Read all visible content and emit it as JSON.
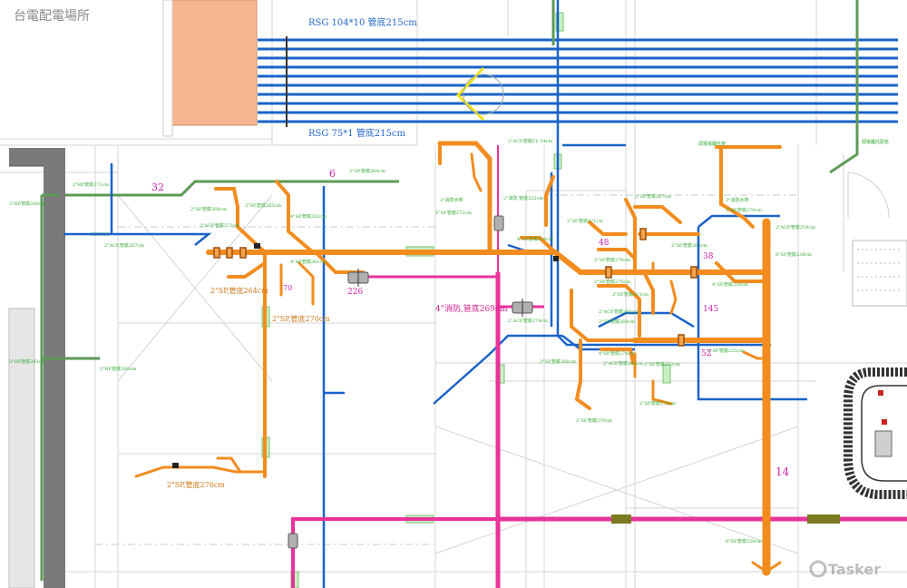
{
  "drawing": {
    "room_label": "台電配電場所",
    "watermark": "Tasker",
    "colors": {
      "cable_tray_blue": "#1a63c8",
      "sprinkler_orange": "#f28c1e",
      "fire_pink": "#e8339a",
      "green_pipe": "#5c9a55",
      "light_green": "#c9f0c4",
      "wall_gray": "#777777",
      "note_green": "#33aa33",
      "note_blue": "#2266cc",
      "note_magenta": "#cc22aa",
      "equipment_peach": "#f7b58f"
    },
    "cable_notes": {
      "rsg_top": "RSG 104*10 管底215cm",
      "rsg_bottom": "RSG 75*1 管底215cm"
    },
    "pipe_labels": {
      "sp264": "2\"SP,管底264cm",
      "sp270": "2\"SP,管底270cm",
      "sp276": "2\"SP,管底276cm",
      "fire269": "4\"消防,管底269cm"
    },
    "magenta_numbers": {
      "n32": "32",
      "n6": "6",
      "n226": "226",
      "n48": "48",
      "n38": "38",
      "n145": "145",
      "n52": "52",
      "n14": "14",
      "n70": "70"
    }
  }
}
